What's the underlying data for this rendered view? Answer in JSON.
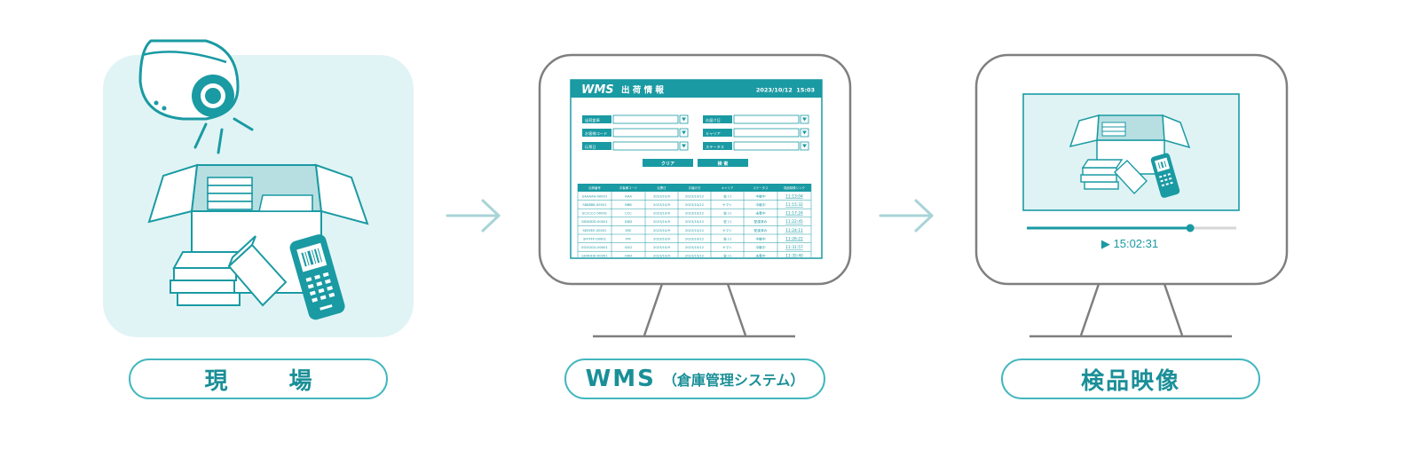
{
  "colors": {
    "teal": "#1a9aa3",
    "teal_light": "#dff3f4",
    "monitor_gray": "#7f7f7f",
    "pill_border": "#43b7bf"
  },
  "stages": [
    {
      "label": "現 場"
    },
    {
      "label": "WMS",
      "sublabel": "（倉庫管理システム）"
    },
    {
      "label": "検品映像"
    }
  ],
  "wms": {
    "logo": "WMS",
    "title": "出 荷 情 報",
    "datetime": "2023/10/12  15:03",
    "fields_left": [
      "出荷倉庫",
      "お客様コード",
      "伝票日"
    ],
    "fields_right": [
      "お届け日",
      "キャリア",
      "ステータス"
    ],
    "buttons": [
      "クリア",
      "検 索"
    ],
    "columns": [
      "出荷番号",
      "お客様コード",
      "伝票日",
      "お届け日",
      "キャリア",
      "ステータス",
      "検品映像リンク"
    ],
    "rows": [
      [
        "SAAAAA-00001",
        "AAA",
        "2023/10/9",
        "2023/10/12",
        "佐 川",
        "中継中",
        "11:13:04"
      ],
      [
        "S88888-00001",
        "BBB",
        "2023/10/9",
        "2023/10/12",
        "ヤマト",
        "中継中",
        "11:15:32"
      ],
      [
        "SCCCCC-00001",
        "CCC",
        "2023/10/9",
        "2023/10/12",
        "佐 川",
        "未着中",
        "11:17:24"
      ],
      [
        "SDDDDD-00001",
        "DDD",
        "2023/10/9",
        "2023/10/12",
        "佐 川",
        "配達済み",
        "11:22:45"
      ],
      [
        "SEEEEE-00001",
        "EEE",
        "2023/10/9",
        "2023/10/12",
        "ヤマト",
        "配達済み",
        "11:24:11"
      ],
      [
        "SFFFFF-00001",
        "FFF",
        "2023/10/9",
        "2023/10/12",
        "佐 川",
        "中継中",
        "11:26:22"
      ],
      [
        "SGGGGG-00001",
        "GGG",
        "2023/10/9",
        "2023/10/12",
        "ヤマト",
        "中継中",
        "11:31:57"
      ],
      [
        "SHHHHH-00001",
        "HHH",
        "2023/10/9",
        "2023/10/12",
        "佐 川",
        "未着中",
        "11:35:40"
      ]
    ]
  },
  "video": {
    "timestamp": "▶ 15:02:31",
    "progress": 0.78
  }
}
